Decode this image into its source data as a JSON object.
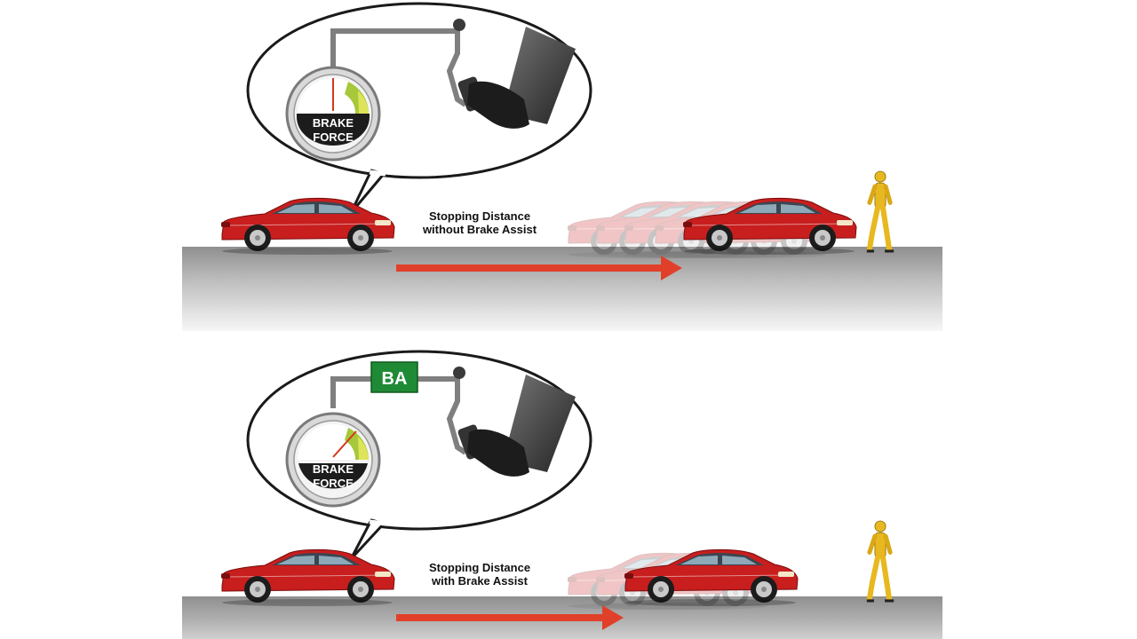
{
  "panels": [
    {
      "id": "without",
      "gauge_label_line1": "BRAKE",
      "gauge_label_line2": "FORCE",
      "caption_line1": "Stopping Distance",
      "caption_line2": "without Brake Assist",
      "badge": ""
    },
    {
      "id": "with",
      "gauge_label_line1": "BRAKE",
      "gauge_label_line2": "FORCE",
      "caption_line1": "Stopping Distance",
      "caption_line2": "with Brake Assist",
      "badge": "BA"
    }
  ],
  "colors": {
    "car_red": "#c81e1e",
    "arrow_red": "#e0402a",
    "badge_green": "#1f8a35",
    "dummy_yellow": "#e8b820",
    "road_gray": "#9a9a9a"
  },
  "icons": [
    "brake-force-gauge-icon",
    "brake-pedal-icon",
    "foot-icon",
    "car-icon",
    "crash-dummy-icon",
    "arrow-icon"
  ]
}
